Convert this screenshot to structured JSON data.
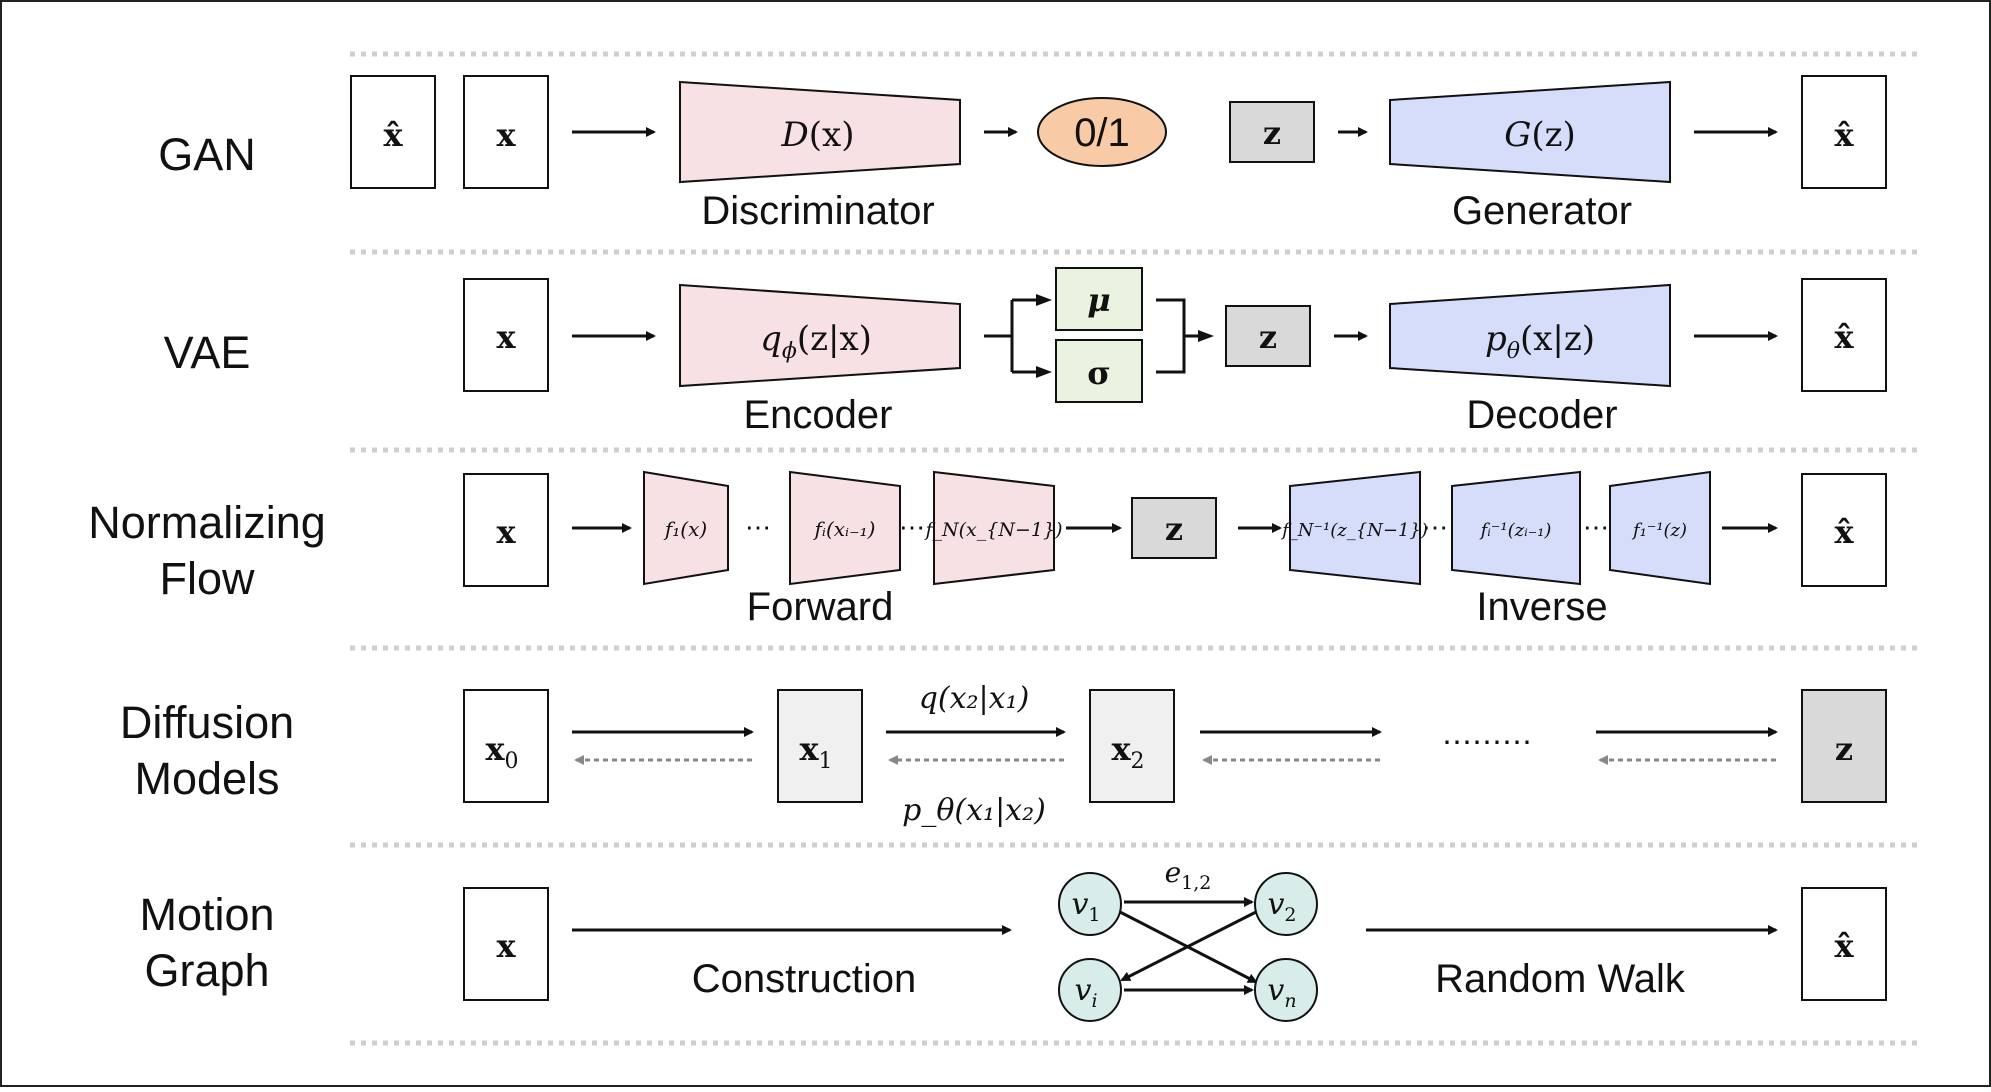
{
  "rows": {
    "gan": {
      "label": "GAN",
      "xhat": "x̂",
      "x": "x",
      "disc_fn": "D",
      "disc_arg": "(x)",
      "disc_label": "Discriminator",
      "output": "0/1",
      "z": "z",
      "gen_fn": "G",
      "gen_arg": "(z)",
      "gen_label": "Generator",
      "xhat_out": "x̂"
    },
    "vae": {
      "label": "VAE",
      "x": "x",
      "enc_fn": "q",
      "enc_sub": "ϕ",
      "enc_arg": "(z|x)",
      "enc_label": "Encoder",
      "mu": "μ",
      "sigma": "σ",
      "z": "z",
      "dec_fn": "p",
      "dec_sub": "θ",
      "dec_arg": "(x|z)",
      "dec_label": "Decoder",
      "xhat": "x̂"
    },
    "flow": {
      "label_line1": "Normalizing",
      "label_line2": "Flow",
      "x": "x",
      "f1": "f₁(x)",
      "fi": "fᵢ(xᵢ₋₁)",
      "fN": "f_N(x_{N−1})",
      "fwd_label": "Forward",
      "z": "z",
      "inv_N": "f_N⁻¹(z_{N−1})",
      "inv_i": "fᵢ⁻¹(zᵢ₋₁)",
      "inv_1": "f₁⁻¹(z)",
      "inv_label": "Inverse",
      "xhat": "x̂",
      "dots": "⋯"
    },
    "diffusion": {
      "label_line1": "Diffusion",
      "label_line2": "Models",
      "x0": "x",
      "x0_sub": "0",
      "x1": "x",
      "x1_sub": "1",
      "x2": "x",
      "x2_sub": "2",
      "forward_eq": "q(x₂|x₁)",
      "reverse_eq": "p_θ(x₁|x₂)",
      "dots": "⋯⋯⋯",
      "z": "z"
    },
    "motion": {
      "label_line1": "Motion",
      "label_line2": "Graph",
      "x": "x",
      "construction_label": "Construction",
      "v1": "v",
      "v1_sub": "1",
      "v2": "v",
      "v2_sub": "2",
      "vi": "v",
      "vi_sub": "i",
      "vn": "v",
      "vn_sub": "n",
      "edge": "e",
      "edge_sub": "1,2",
      "walk_label": "Random Walk",
      "xhat": "x̂"
    }
  },
  "colors": {
    "red_block": "#f8e1e4",
    "blue_block": "#d5ddfa",
    "gray_z": "#d9d9d9",
    "light_box": "#f0f0f0",
    "green_box": "#eaf3e0",
    "orange_oval": "#f8cba6",
    "node_fill": "#d8ecea",
    "separator": "#cfcfcf"
  }
}
